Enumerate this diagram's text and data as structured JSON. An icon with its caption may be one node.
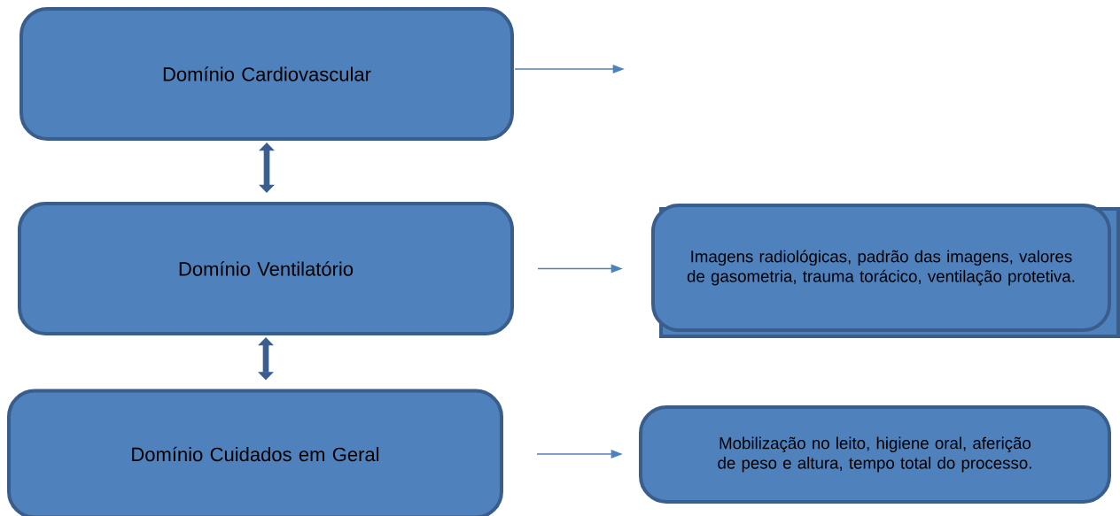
{
  "diagram": {
    "nodes": [
      {
        "text": [
          "Domínio Cardiovascular"
        ]
      },
      {
        "text": [
          "Domínio Ventilatório"
        ]
      },
      {
        "text": [
          "Domínio Cuidados em Geral"
        ]
      },
      {
        "text": [
          "Imagens radiológicas, padrão das imagens, valores de gasometria, trauma torácico, ventilação protetiva."
        ]
      },
      {
        "text": [
          "Mobilização no leito, higiene oral, aferição de peso e altura, tempo total do processo."
        ]
      }
    ],
    "edges": [
      {
        "from": 0,
        "to": 1,
        "arrow": "both",
        "style": "thick",
        "color": "#3a5f8f"
      },
      {
        "from": 1,
        "to": 2,
        "arrow": "both",
        "style": "thick",
        "color": "#3a5f8f"
      },
      {
        "from": 0,
        "to": null,
        "arrow": "to"
      },
      {
        "from": 1,
        "to": 3,
        "arrow": "to"
      },
      {
        "from": 2,
        "to": 4,
        "arrow": "to"
      }
    ]
  }
}
